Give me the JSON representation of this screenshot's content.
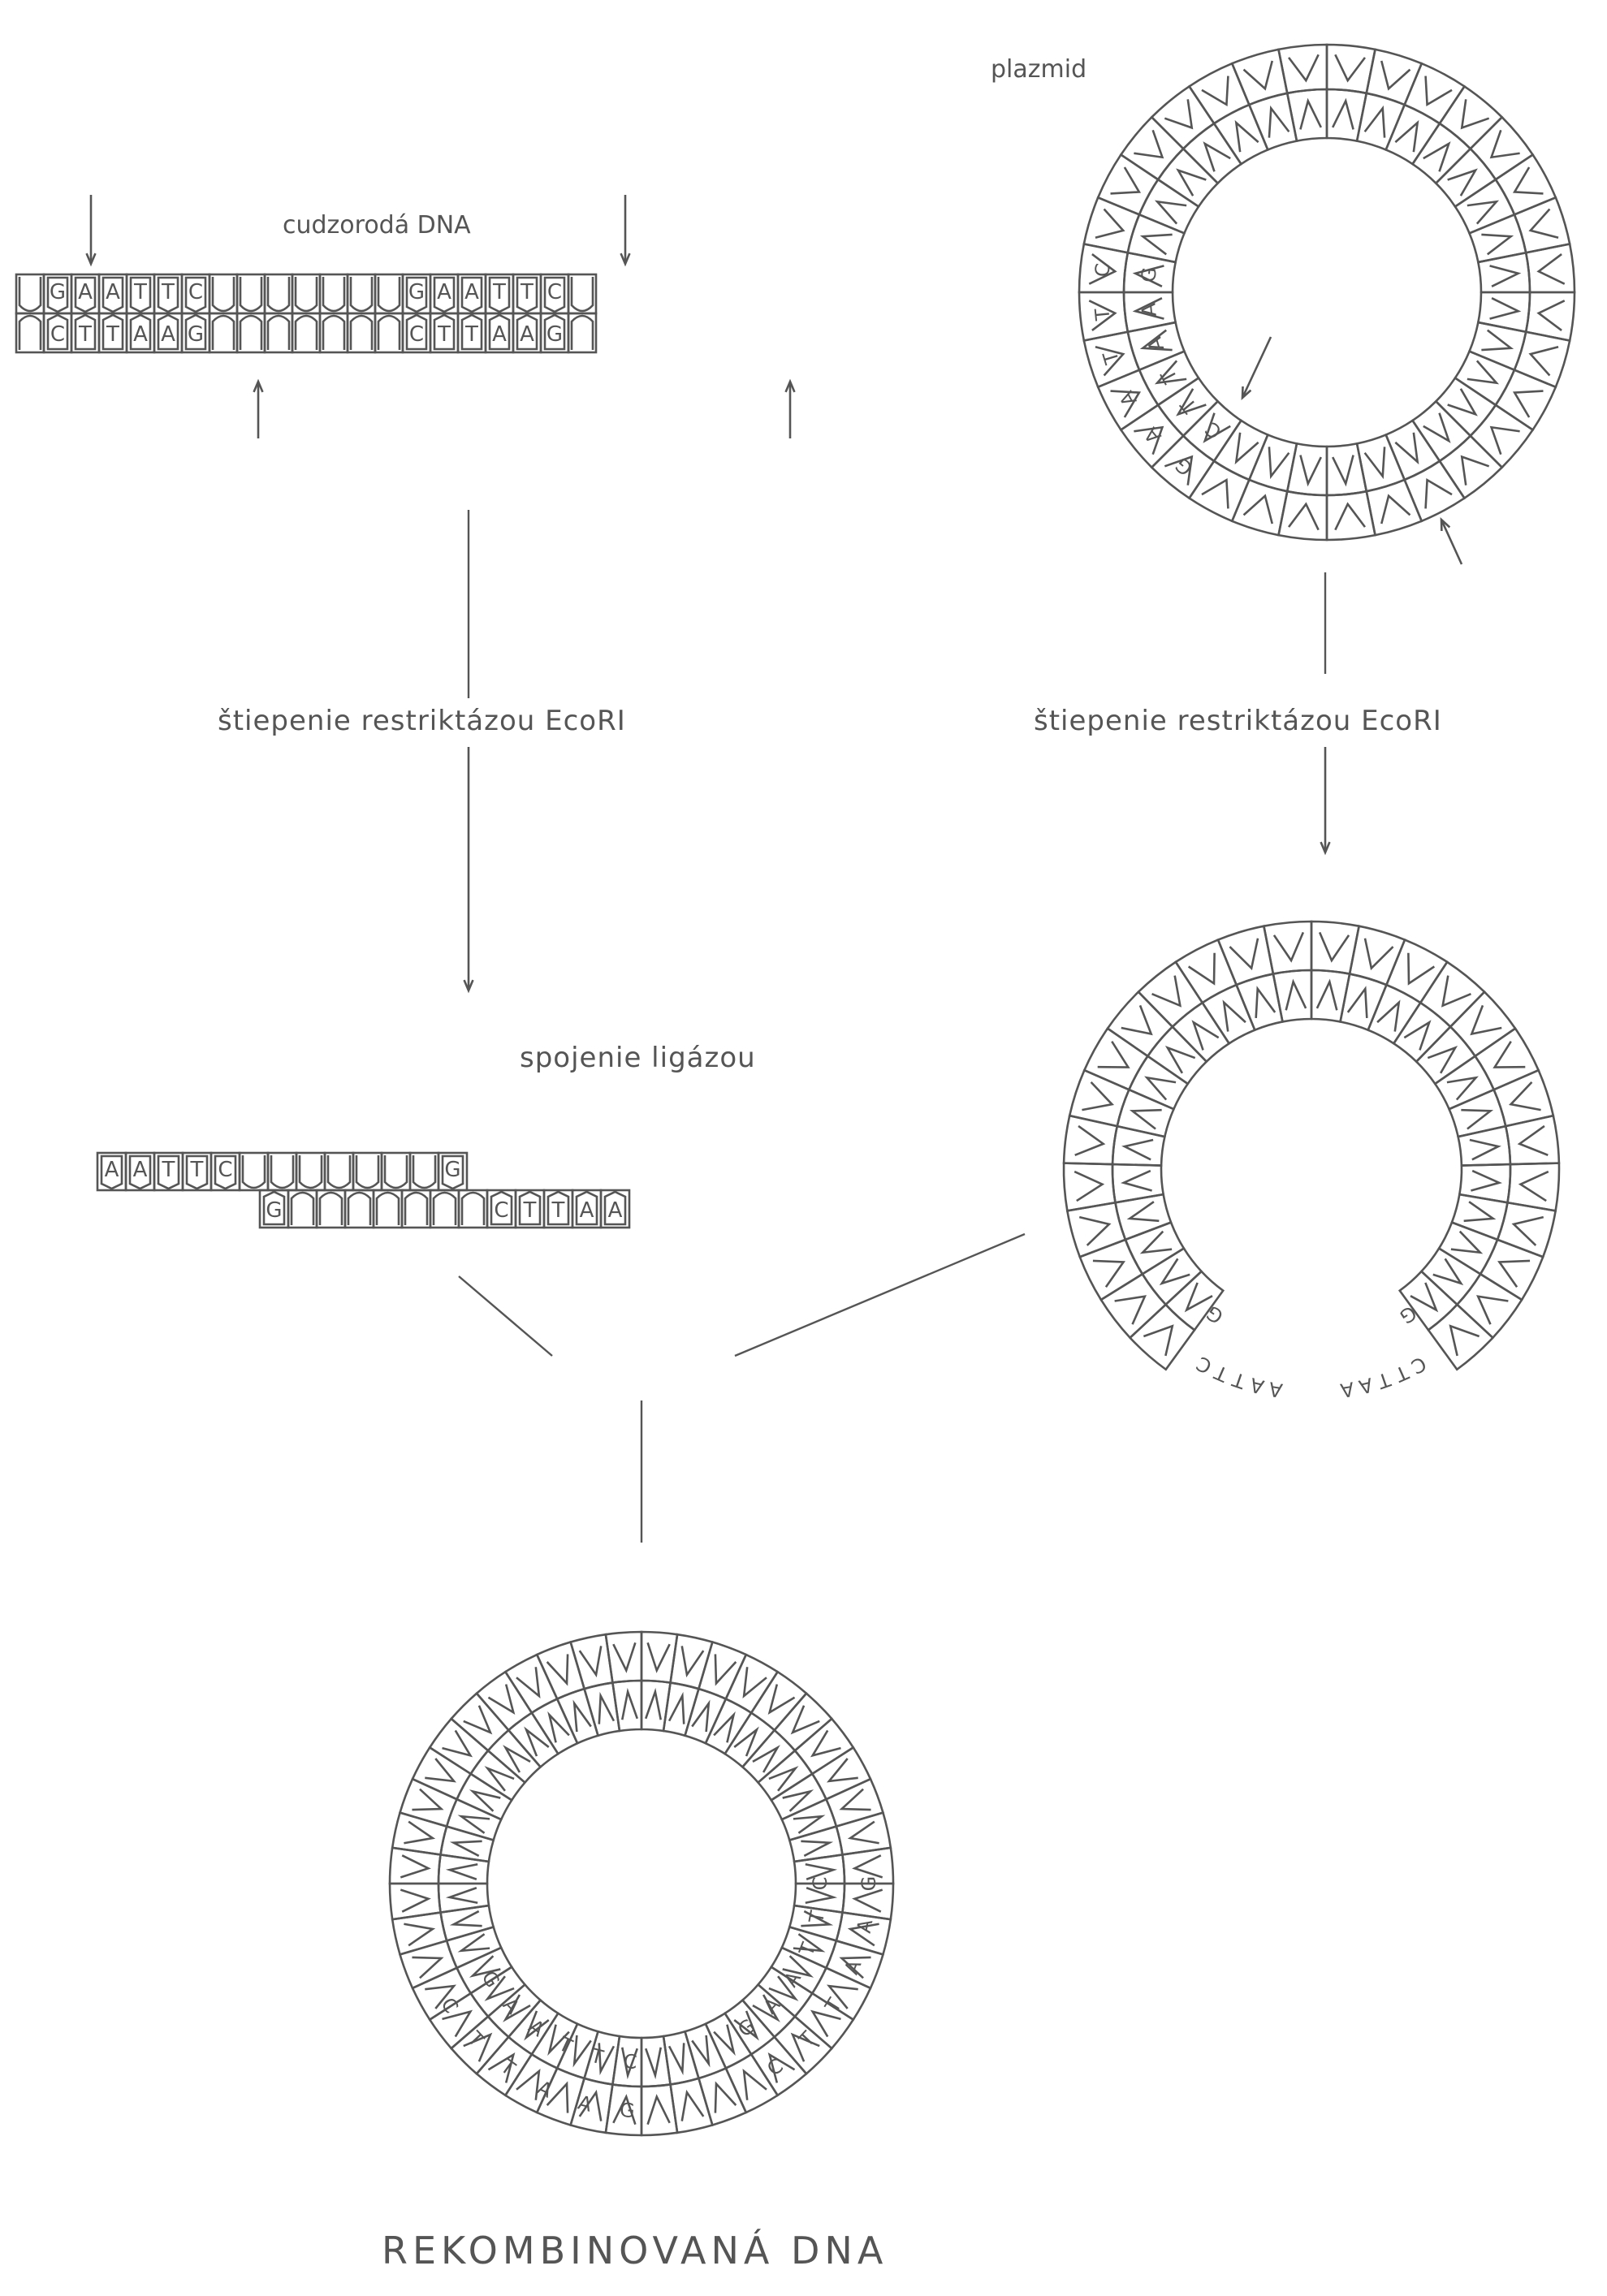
{
  "labels": {
    "foreign_dna": "cudzorodá DNA",
    "plasmid": "plazmid",
    "cleavage_left": "štiepenie  restriktázou  EcoRI",
    "cleavage_right": "štiepenie  restriktázou  EcoRI",
    "ligation": "spojenie ligázou",
    "result": "REKOMBINOVANÁ  DNA"
  },
  "foreign_strand": {
    "top": [
      "",
      "G",
      "A",
      "A",
      "T",
      "T",
      "C",
      "",
      "",
      "",
      "",
      "",
      "",
      "",
      "G",
      "A",
      "A",
      "T",
      "T",
      "C",
      ""
    ],
    "bottom": [
      "",
      "C",
      "T",
      "T",
      "A",
      "A",
      "G",
      "",
      "",
      "",
      "",
      "",
      "",
      "",
      "C",
      "T",
      "T",
      "A",
      "A",
      "G",
      ""
    ]
  },
  "cut_fragment": {
    "top": [
      "A",
      "A",
      "T",
      "T",
      "C",
      "",
      "",
      "",
      "",
      "",
      "",
      "",
      "G"
    ],
    "bottom": [
      "G",
      "",
      "",
      "",
      "",
      "",
      "",
      "",
      "C",
      "T",
      "T",
      "A",
      "A"
    ]
  },
  "plasmid_site": {
    "outer": [
      "G",
      "A",
      "A",
      "T",
      "T",
      "C"
    ],
    "inner": [
      "C",
      "T",
      "T",
      "A",
      "A",
      "G"
    ]
  },
  "open_plasmid_ends": {
    "left": [
      "G",
      "C",
      "T",
      "T",
      "A",
      "A"
    ],
    "right": [
      "A",
      "A",
      "T",
      "T",
      "C",
      "G"
    ]
  },
  "recombinant_site": {
    "outer_left": [
      "C",
      "T",
      "T",
      "A",
      "A",
      "G"
    ],
    "inner_left": [
      "G",
      "A",
      "A",
      "T",
      "T",
      "C"
    ],
    "outer_right": [
      "C",
      "T",
      "T",
      "A",
      "A",
      "G"
    ],
    "inner_right": [
      "G",
      "A",
      "A",
      "T",
      "T",
      "C"
    ]
  },
  "colors": {
    "ink": "#555555",
    "paper": "#ffffff"
  }
}
